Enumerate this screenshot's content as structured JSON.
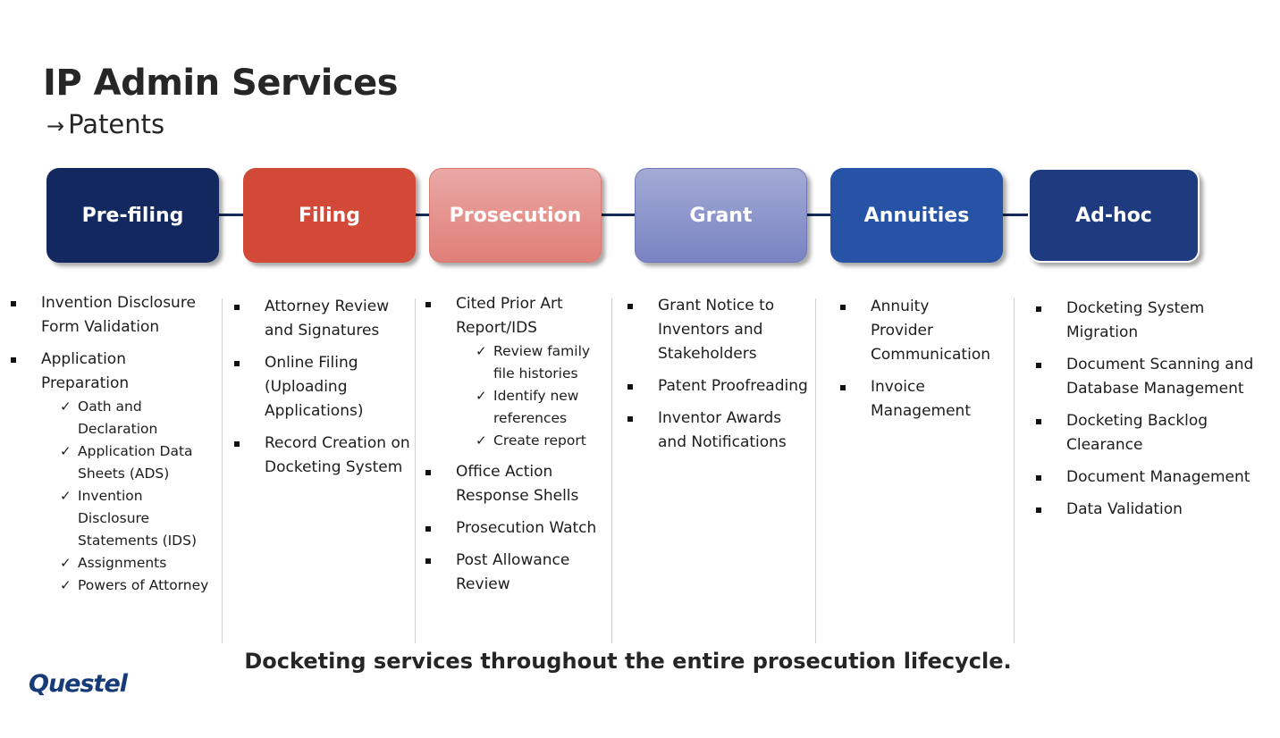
{
  "header": {
    "title": "IP Admin Services",
    "subtitle_arrow": "→",
    "subtitle": "Patents"
  },
  "stages": [
    {
      "label": "Pre-filing"
    },
    {
      "label": "Filing"
    },
    {
      "label": "Prosecution"
    },
    {
      "label": "Grant"
    },
    {
      "label": "Annuities"
    },
    {
      "label": "Ad-hoc"
    }
  ],
  "columns": [
    {
      "items": [
        {
          "text": "Invention Disclosure Form Validation",
          "sub": []
        },
        {
          "text": "Application Preparation",
          "sub": [
            "Oath and Declaration",
            "Application Data Sheets (ADS)",
            "Invention Disclosure Statements (IDS)",
            "Assignments",
            "Powers of Attorney"
          ]
        }
      ]
    },
    {
      "items": [
        {
          "text": "Attorney Review and Signatures",
          "sub": []
        },
        {
          "text": "Online Filing (Uploading Applications)",
          "sub": []
        },
        {
          "text": "Record Creation on Docketing System",
          "sub": []
        }
      ]
    },
    {
      "items": [
        {
          "text": "Cited Prior Art Report/IDS",
          "sub": [
            "Review family file histories",
            "Identify new references",
            "Create report"
          ]
        },
        {
          "text": "Office Action Response Shells",
          "sub": []
        },
        {
          "text": "Prosecution Watch",
          "sub": []
        },
        {
          "text": "Post Allowance Review",
          "sub": []
        }
      ]
    },
    {
      "items": [
        {
          "text": "Grant Notice to Inventors and Stakeholders",
          "sub": []
        },
        {
          "text": "Patent Proofreading",
          "sub": []
        },
        {
          "text": "Inventor Awards and Notifications",
          "sub": []
        }
      ]
    },
    {
      "items": [
        {
          "text": "Annuity Provider Communication",
          "sub": []
        },
        {
          "text": "Invoice Management",
          "sub": []
        }
      ]
    },
    {
      "items": [
        {
          "text": "Docketing System Migration",
          "sub": []
        },
        {
          "text": "Document Scanning and Database Management",
          "sub": []
        },
        {
          "text": "Docketing Backlog Clearance",
          "sub": []
        },
        {
          "text": "Document Management",
          "sub": []
        },
        {
          "text": "Data Validation",
          "sub": []
        }
      ]
    }
  ],
  "footer": {
    "tagline": "Docketing services throughout the entire prosecution lifecycle.",
    "logo": "Questel"
  },
  "icons": {
    "bullet": "square-bullet-icon",
    "check": "checkmark-icon",
    "check_glyph": "✓"
  },
  "colors": {
    "pre_filing": "#13285e",
    "filing": "#d24a37",
    "prosecution": "#e59590",
    "grant": "#8e97cb",
    "annuities": "#2653a6",
    "ad_hoc": "#1f3b80",
    "connector": "#15295c"
  }
}
